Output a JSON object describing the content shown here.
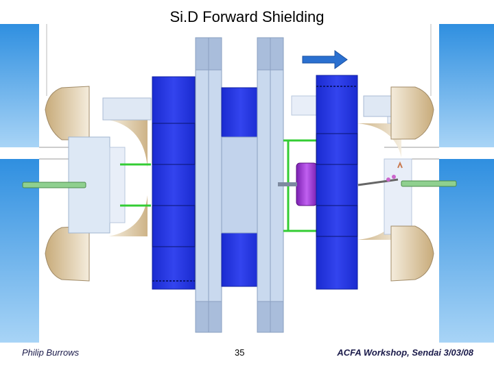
{
  "title": "Si.D Forward Shielding",
  "footer": {
    "author": "Philip Burrows",
    "page_number": "35",
    "event": "ACFA Workshop, Sendai  3/03/08"
  },
  "colors": {
    "sky_blue": "#3fa7e8",
    "detector_blue": "#2233dd",
    "pale_steel": "#c9d9ee",
    "tan_shield": "#d9c4a2",
    "green_support": "#33cc33",
    "magenta_magnet": "#9933cc",
    "arrow_blue": "#2266cc"
  }
}
